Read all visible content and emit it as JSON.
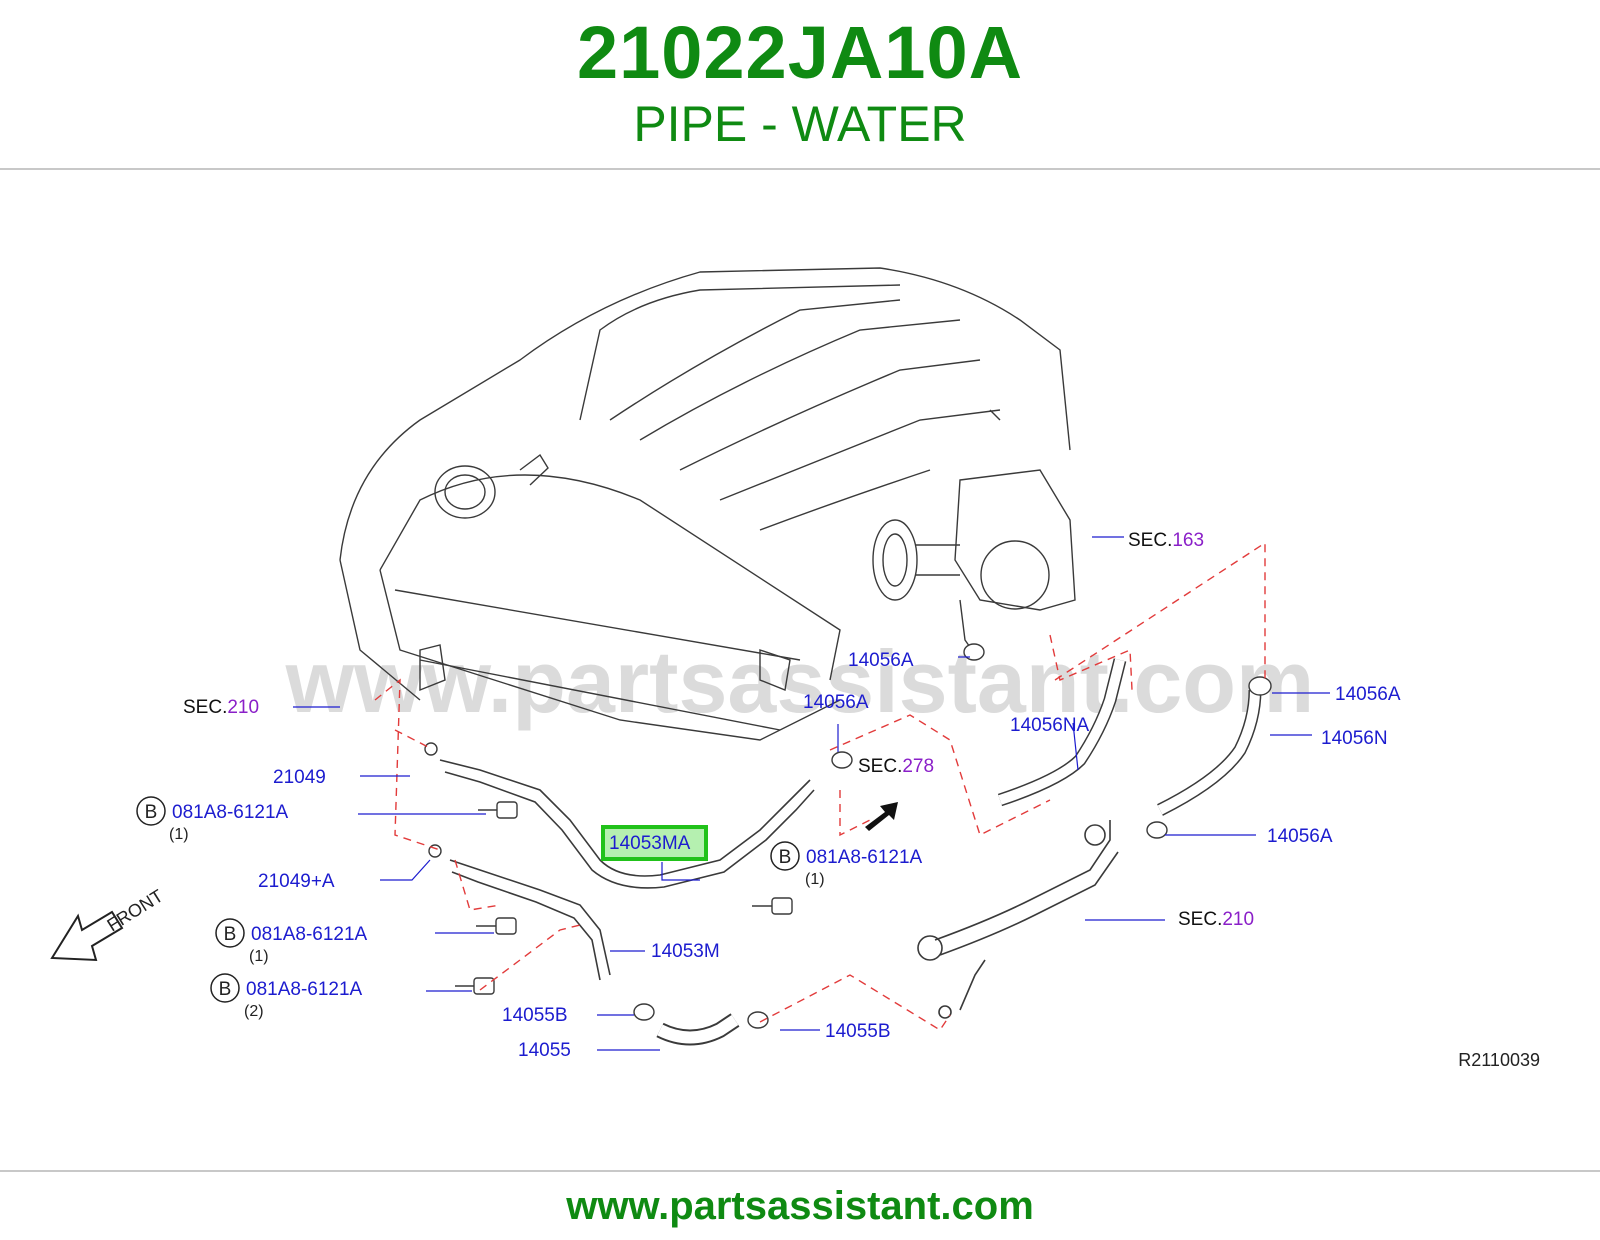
{
  "header": {
    "part_number": "21022JA10A",
    "part_name": "PIPE - WATER"
  },
  "watermark": "www.partsassistant.com",
  "diagram": {
    "drawing_code": "R2110039",
    "front_label": "FRONT",
    "sec_prefix": "SEC.",
    "bolt_symbol": "B",
    "labels": {
      "sec163_num": "163",
      "sec210_left_num": "210",
      "sec278_num": "278",
      "sec210_right_num": "210",
      "p14056A_1": "14056A",
      "p14056A_2": "14056A",
      "p14056A_3": "14056A",
      "p14056A_4": "14056A",
      "p14056NA": "14056NA",
      "p14056N": "14056N",
      "p21049": "21049",
      "p21049A": "21049+A",
      "p14053MA": "14053MA",
      "p14053M": "14053M",
      "p14055B_1": "14055B",
      "p14055B_2": "14055B",
      "p14055": "14055",
      "bolt1": "081A8-6121A",
      "bolt1_qty": "(1)",
      "bolt2": "081A8-6121A",
      "bolt2_qty": "(1)",
      "bolt3": "081A8-6121A",
      "bolt3_qty": "(1)",
      "bolt4": "081A8-6121A",
      "bolt4_qty": "(2)"
    }
  },
  "footer": {
    "url": "www.partsassistant.com"
  },
  "colors": {
    "brand_green": "#0f8a12",
    "part_blue": "#1c1ccf",
    "sec_purple": "#8a1fc8",
    "leader_red": "#e23b3b",
    "highlight_green": "#21c21a"
  }
}
